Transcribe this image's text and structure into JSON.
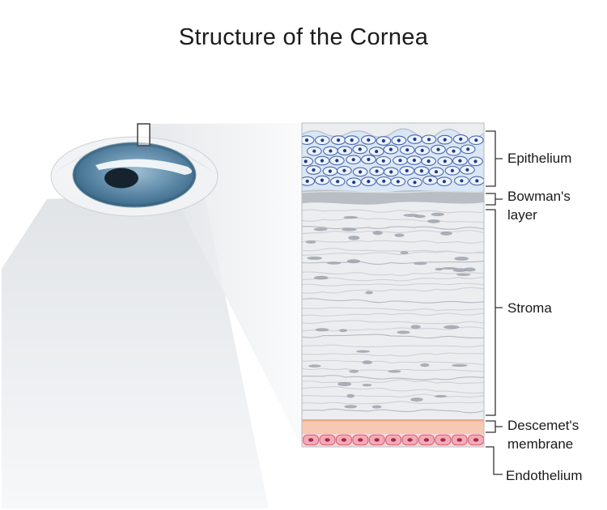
{
  "title": "Structure of the Cornea",
  "layers": [
    {
      "id": "epithelium",
      "label": "Epithelium"
    },
    {
      "id": "bowmans-layer",
      "label": "Bowman's layer"
    },
    {
      "id": "stroma",
      "label": "Stroma"
    },
    {
      "id": "descemets-membrane",
      "label": "Descemet's membrane"
    },
    {
      "id": "endothelium",
      "label": "Endothelium"
    }
  ],
  "colors": {
    "epithelium_background": "#d9e6f4",
    "epithelium_cell_outline": "#4c68ae",
    "epithelium_nucleus": "#1f3a8f",
    "bowmans_band": "#b9bec4",
    "stroma_background": "#ecedef",
    "stroma_fiber": "#cdd1d6",
    "descemets_band": "#f8c9b2",
    "endothelium_cell": "#f5abb5",
    "endothelium_outline": "#d06077",
    "iris_blue": "#5e8aa8",
    "pupil": "#16222e",
    "label_text": "#1a1a1a"
  }
}
